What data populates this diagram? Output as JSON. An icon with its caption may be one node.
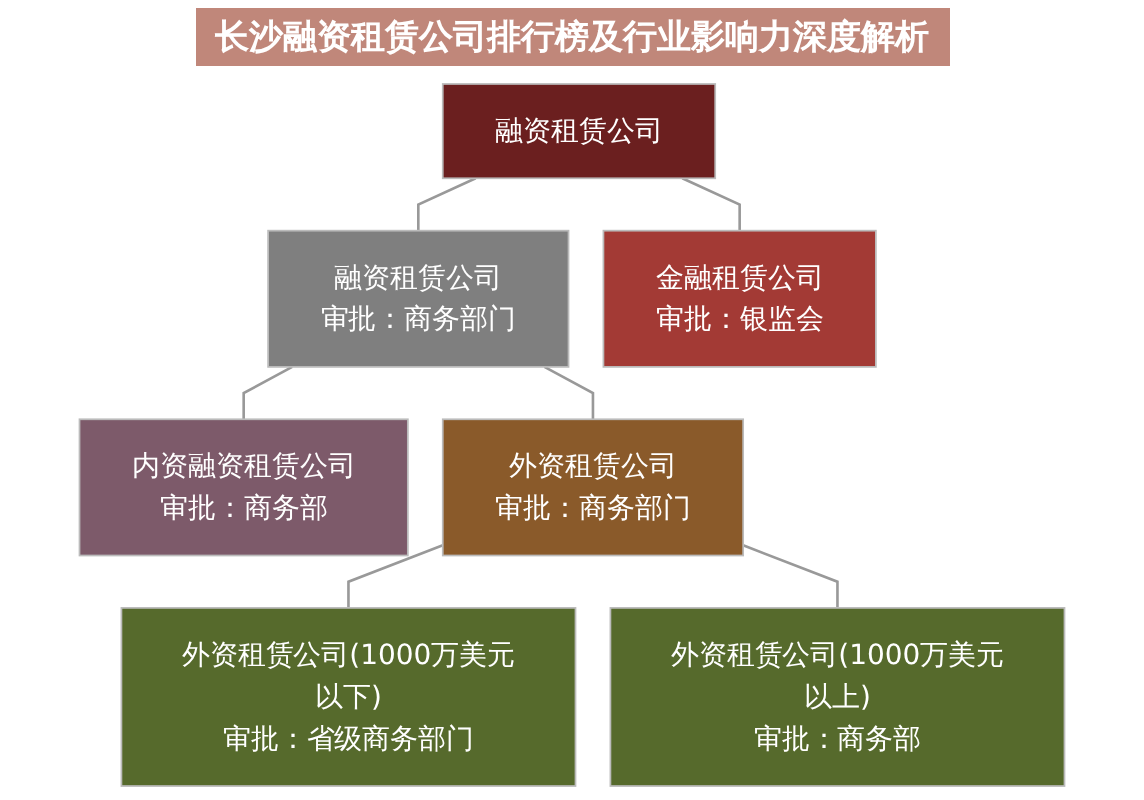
{
  "diagram": {
    "title": "长沙融资租赁公司排行榜及行业影响力深度解析",
    "nodes": [
      {
        "text": [
          "融资租赁公司"
        ]
      },
      {
        "text": [
          "融资租赁公司",
          "审批：商务部门"
        ]
      },
      {
        "text": [
          "金融租赁公司",
          "审批：银监会"
        ]
      },
      {
        "text": [
          "内资融资租赁公司",
          "审批：商务部"
        ]
      },
      {
        "text": [
          "外资租赁公司",
          "审批：商务部门"
        ]
      },
      {
        "text": [
          "外资租赁公司(1000万美元以下)",
          "审批：省级商务部门"
        ]
      },
      {
        "text": [
          "外资租赁公司(1000万美元以上)",
          "审批：商务部"
        ]
      }
    ],
    "edges": [
      {
        "from": 0,
        "to": 1,
        "arrow": "none"
      },
      {
        "from": 0,
        "to": 2,
        "arrow": "none"
      },
      {
        "from": 1,
        "to": 3,
        "arrow": "none"
      },
      {
        "from": 1,
        "to": 4,
        "arrow": "none"
      },
      {
        "from": 4,
        "to": 5,
        "arrow": "none"
      },
      {
        "from": 4,
        "to": 6,
        "arrow": "none"
      }
    ]
  }
}
